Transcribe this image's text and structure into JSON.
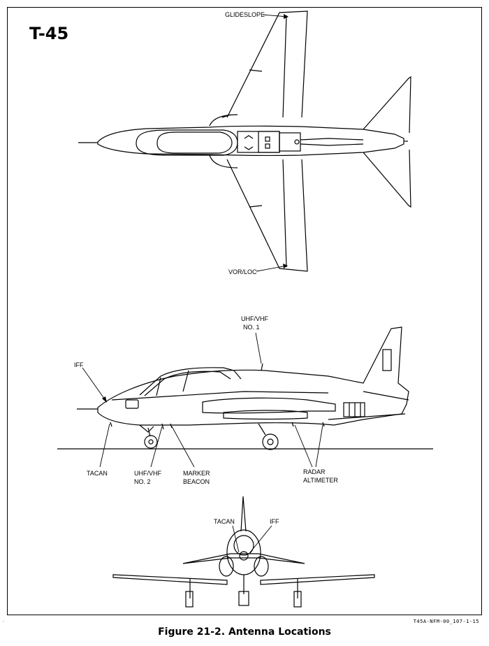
{
  "model_label": "T-45",
  "labels": {
    "glideslope": "GLIDESLOPE",
    "vor_loc": "VOR/LOC",
    "uhf_vhf_1_line1": "UHF/VHF",
    "uhf_vhf_1_line2": "NO. 1",
    "iff_side": "IFF",
    "tacan_side": "TACAN",
    "uhf_vhf_2_line1": "UHF/VHF",
    "uhf_vhf_2_line2": "NO. 2",
    "marker_line1": "MARKER",
    "marker_line2": "BEACON",
    "radar_line1": "RADAR",
    "radar_line2": "ALTIMETER",
    "tacan_front": "TACAN",
    "iff_front": "IFF"
  },
  "reference_code": "T45A-NFM-00_107-1-15",
  "corner_mark": ".",
  "caption": "Figure  21-2.  Antenna Locations"
}
